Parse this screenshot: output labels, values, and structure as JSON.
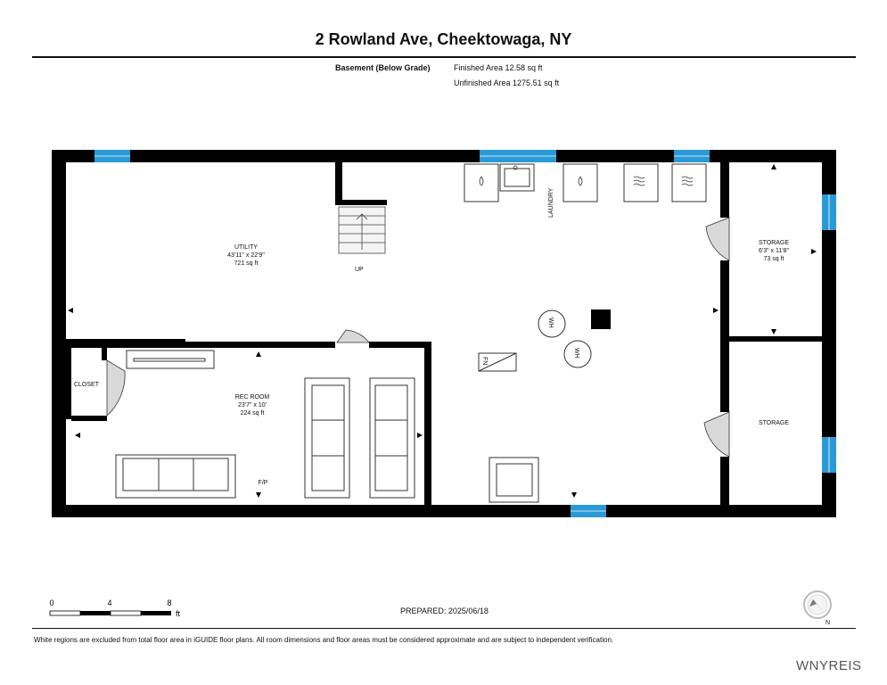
{
  "header": {
    "title": "2 Rowland Ave, Cheektowaga, NY",
    "level_name": "Basement (Below Grade)",
    "finished_area": "Finished Area 12.58 sq ft",
    "unfinished_area": "Unfinished Area 1275.51 sq ft"
  },
  "rooms": {
    "utility": {
      "name": "UTILITY",
      "dims": "43'11\" x 22'9\"",
      "area": "721 sq ft"
    },
    "rec_room": {
      "name": "REC ROOM",
      "dims": "23'7\" x 10'",
      "area": "224 sq ft"
    },
    "storage_upper": {
      "name": "STORAGE",
      "dims": "6'3\" x 11'8\"",
      "area": "73 sq ft"
    },
    "storage_lower": {
      "name": "STORAGE"
    },
    "closet": {
      "name": "CLOSET"
    }
  },
  "labels": {
    "stairs": "UP",
    "laundry": "LAUNDRY",
    "fireplace": "F/P",
    "water_heater_1": "WH",
    "water_heater_2": "WH",
    "furnace": "FN"
  },
  "scale_bar": {
    "ticks": [
      "0",
      "4",
      "8"
    ],
    "unit": "ft"
  },
  "compass": {
    "icon": "north-compass-icon",
    "label": "N"
  },
  "footer": {
    "prepared": "PREPARED: 2025/06/18",
    "disclaimer": "White regions are excluded from total floor area in iGUIDE floor plans. All room dimensions and floor areas must be considered approximate and are subject to independent verification.",
    "watermark": "WNYREIS"
  },
  "colors": {
    "wall": "#000000",
    "window": "#2a9ad6",
    "door_swing": "#bbbbbb"
  }
}
